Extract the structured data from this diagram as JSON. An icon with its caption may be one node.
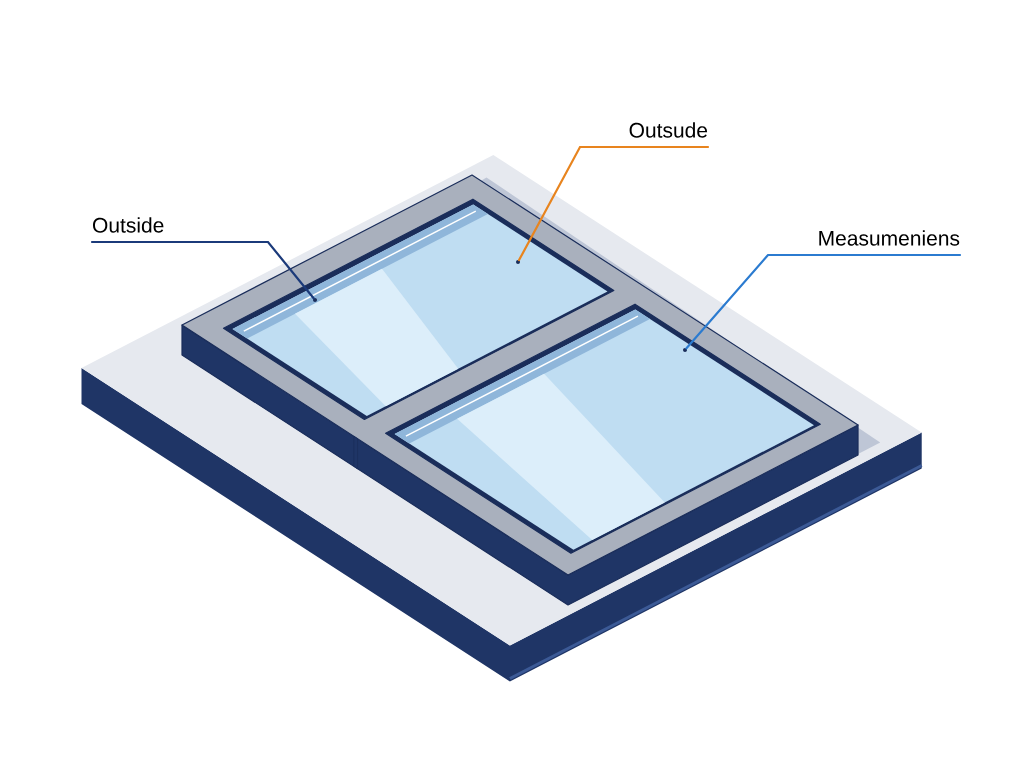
{
  "diagram": {
    "nodes": [
      {
        "text": [
          "Outside"
        ]
      },
      {
        "text": [
          "Outsude"
        ]
      },
      {
        "text": [
          "Measumeniens"
        ]
      },
      {
        "text": [],
        "shape": "circle"
      },
      {
        "text": [],
        "shape": "circle"
      },
      {
        "text": [],
        "shape": "circle"
      }
    ],
    "edges": [
      {
        "from": 0,
        "to": 3,
        "arrow": "none",
        "color": "#1b3a7a"
      },
      {
        "from": 1,
        "to": 4,
        "arrow": "none",
        "color": "#e8841e"
      },
      {
        "from": 2,
        "to": 5,
        "arrow": "none",
        "color": "#2b7bd0"
      }
    ]
  }
}
